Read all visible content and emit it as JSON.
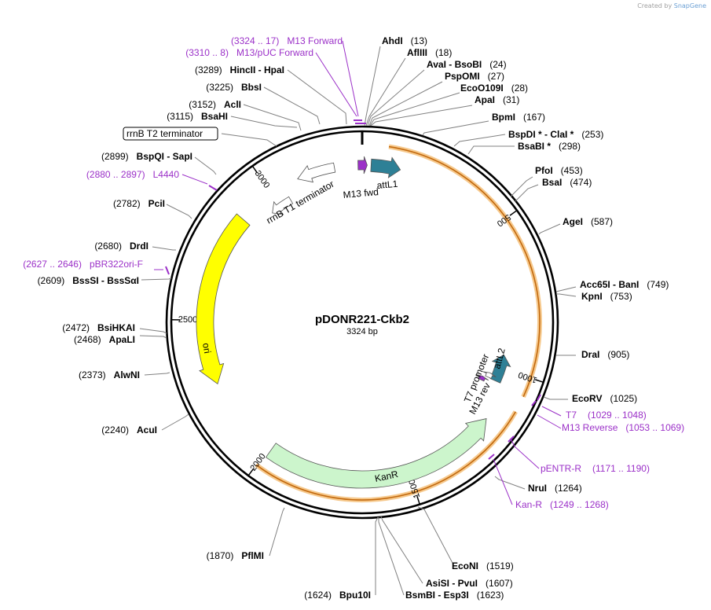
{
  "credit": {
    "prefix": "Created by",
    "brand": "SnapGene"
  },
  "plasmid": {
    "name": "pDONR221-Ckb2",
    "size": "3324 bp",
    "length": 3324
  },
  "ticks": [
    {
      "pos": 500,
      "label": "500"
    },
    {
      "pos": 1000,
      "label": "1000"
    },
    {
      "pos": 1500,
      "label": "1500"
    },
    {
      "pos": 2000,
      "label": "2000"
    },
    {
      "pos": 2500,
      "label": "2500"
    },
    {
      "pos": 3000,
      "label": "3000"
    }
  ],
  "features": [
    {
      "name": "attL1",
      "start": 30,
      "end": 130,
      "color": "#2e8096",
      "kind": "arrow"
    },
    {
      "name": "M13 fwd",
      "start": 3310,
      "end": 17,
      "color": "#9b30c8",
      "kind": "small"
    },
    {
      "name": "rrnB T1 terminator",
      "start": 2960,
      "end": 3044,
      "color": "#ffffff",
      "kind": "outline"
    },
    {
      "name": "rrnB T2 terminator",
      "start": 3100,
      "end": 3230,
      "color": "#ffffff",
      "kind": "outline"
    },
    {
      "name": "attL2",
      "start": 950,
      "end": 1050,
      "color": "#2e8096",
      "kind": "arrow"
    },
    {
      "name": "T7 promoter",
      "start": 1030,
      "end": 1048,
      "color": "#ffffff",
      "kind": "outline"
    },
    {
      "name": "M13 rev",
      "start": 1053,
      "end": 1069,
      "color": "#9b30c8",
      "kind": "small"
    },
    {
      "name": "KanR",
      "start": 1180,
      "end": 1990,
      "color": "#ccf5cc",
      "kind": "big"
    },
    {
      "name": "ori",
      "start": 2280,
      "end": 2870,
      "color": "#ffff00",
      "kind": "big"
    }
  ],
  "orange_arcs": [
    {
      "start": 80,
      "end": 1060
    },
    {
      "start": 1110,
      "end": 2000
    }
  ],
  "enzymes": [
    {
      "name": "AhdI",
      "pos": "(13)"
    },
    {
      "name": "AflIII",
      "pos": "(18)"
    },
    {
      "name": "AvaI - BsoBI",
      "pos": "(24)"
    },
    {
      "name": "PspOMI",
      "pos": "(27)"
    },
    {
      "name": "EcoO109I",
      "pos": "(28)"
    },
    {
      "name": "ApaI",
      "pos": "(31)"
    },
    {
      "name": "BpmI",
      "pos": "(167)"
    },
    {
      "name": "BspDI * - ClaI *",
      "pos": "(253)"
    },
    {
      "name": "BsaBI *",
      "pos": "(298)"
    },
    {
      "name": "PfoI",
      "pos": "(453)"
    },
    {
      "name": "BsaI",
      "pos": "(474)"
    },
    {
      "name": "AgeI",
      "pos": "(587)"
    },
    {
      "name": "Acc65I - BanI",
      "pos": "(749)"
    },
    {
      "name": "KpnI",
      "pos": "(753)"
    },
    {
      "name": "DraI",
      "pos": "(905)"
    },
    {
      "name": "EcoRV",
      "pos": "(1025)"
    },
    {
      "name": "NruI",
      "pos": "(1264)"
    },
    {
      "name": "EcoNI",
      "pos": "(1519)"
    },
    {
      "name": "AsiSI - PvuI",
      "pos": "(1607)"
    },
    {
      "name": "BsmBI - Esp3I",
      "pos": "(1623)"
    },
    {
      "name": "Bpu10I",
      "pos": "(1624)"
    },
    {
      "name": "PflMI",
      "pos": "(1870)"
    },
    {
      "name": "AcuI",
      "pos": "(2240)"
    },
    {
      "name": "AlwNI",
      "pos": "(2373)"
    },
    {
      "name": "ApaLI",
      "pos": "(2468)"
    },
    {
      "name": "BsiHKAI",
      "pos": "(2472)"
    },
    {
      "name": "BssSI - BssSαI",
      "pos": "(2609)"
    },
    {
      "name": "DrdI",
      "pos": "(2680)"
    },
    {
      "name": "PciI",
      "pos": "(2782)"
    },
    {
      "name": "BspQI - SapI",
      "pos": "(2899)"
    },
    {
      "name": "BsaHI",
      "pos": "(3115)"
    },
    {
      "name": "AclI",
      "pos": "(3152)"
    },
    {
      "name": "BbsI",
      "pos": "(3225)"
    },
    {
      "name": "HincII - HpaI",
      "pos": "(3289)"
    }
  ],
  "primers": [
    {
      "name": "M13 Forward",
      "range": "(3324 .. 17)"
    },
    {
      "name": "M13/pUC Forward",
      "range": "(3310 .. 8)"
    },
    {
      "name": "L4440",
      "range": "(2880 .. 2897)"
    },
    {
      "name": "pBR322ori-F",
      "range": "(2627 .. 2646)"
    },
    {
      "name": "T7",
      "range": "(1029 .. 1048)"
    },
    {
      "name": "M13 Reverse",
      "range": "(1053 .. 1069)"
    },
    {
      "name": "pENTR-R",
      "range": "(1171 .. 1190)"
    },
    {
      "name": "Kan-R",
      "range": "(1249 .. 1268)"
    }
  ],
  "boxed_label": "rrnB T2 terminator"
}
